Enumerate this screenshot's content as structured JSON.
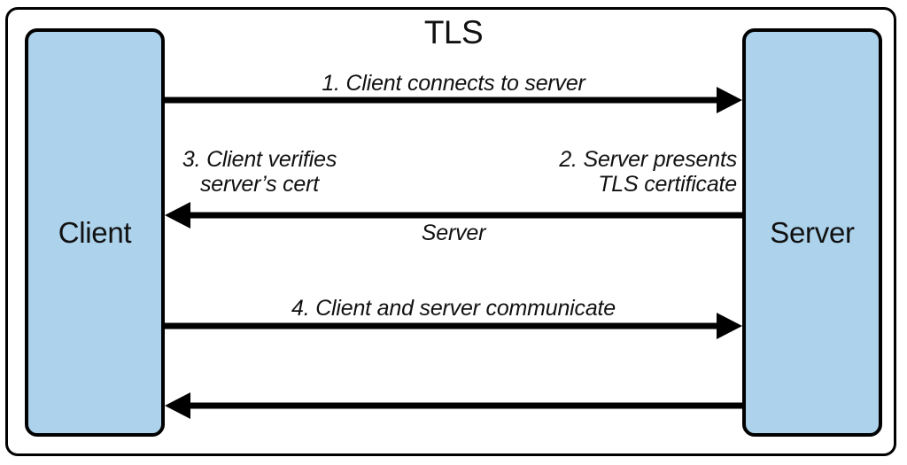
{
  "diagram": {
    "title": "TLS",
    "type": "sequence-diagram",
    "accent_color": "#ACD2EC",
    "line_color": "#000000",
    "background_color": "#FFFFFF",
    "participants": [
      {
        "id": "client",
        "label": "Client"
      },
      {
        "id": "server",
        "label": "Server"
      }
    ],
    "messages": [
      {
        "step": "1",
        "label": "1. Client connects to server",
        "from": "client",
        "to": "server",
        "direction": "right"
      },
      {
        "step": "2",
        "label": "2. Server presents\nTLS certificate",
        "from": "server",
        "to": "client",
        "direction": "left"
      },
      {
        "step": "3",
        "label": "3. Client verifies\nserver’s cert",
        "from": "server",
        "to": "client",
        "direction": "left"
      },
      {
        "step": "sub",
        "label": "Server",
        "from": "server",
        "to": "client",
        "direction": "left"
      },
      {
        "step": "4",
        "label": "4. Client and server communicate",
        "from": "client",
        "to": "server",
        "direction": "right"
      },
      {
        "step": "5",
        "label": "",
        "from": "server",
        "to": "client",
        "direction": "left"
      }
    ]
  }
}
